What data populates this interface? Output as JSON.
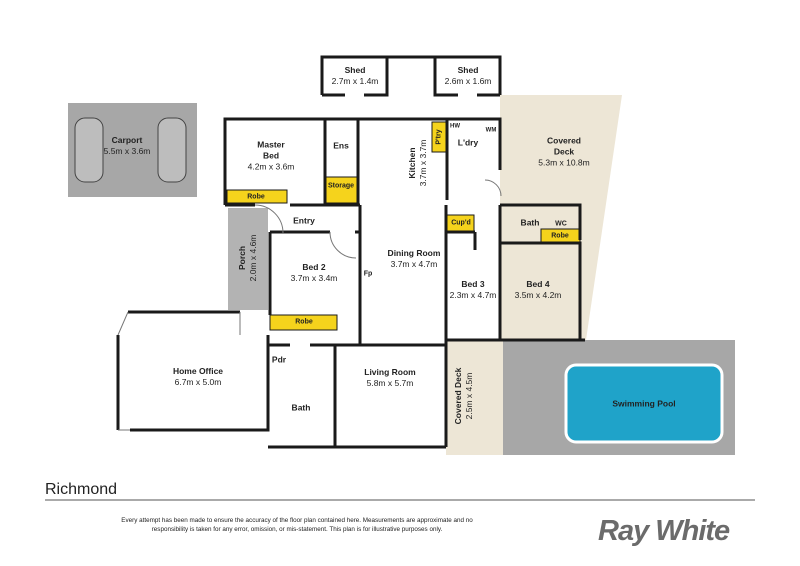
{
  "plan": {
    "rooms": {
      "carport": {
        "name": "Carport",
        "size": "5.5m x 3.6m"
      },
      "shed1": {
        "name": "Shed",
        "size": "2.7m x 1.4m"
      },
      "shed2": {
        "name": "Shed",
        "size": "2.6m x 1.6m"
      },
      "master": {
        "name1": "Master",
        "name2": "Bed",
        "size": "4.2m x 3.6m"
      },
      "ens": {
        "name": "Ens"
      },
      "storage": {
        "name": "Storage"
      },
      "robe_master": {
        "name": "Robe"
      },
      "kitchen": {
        "name": "Kitchen",
        "size": "3.7m x 3.7m"
      },
      "pantry": {
        "name": "P'try"
      },
      "hw": {
        "name": "HW"
      },
      "wm": {
        "name": "WM"
      },
      "laundry": {
        "name": "L'dry"
      },
      "covered_deck": {
        "name1": "Covered",
        "name2": "Deck",
        "size": "5.3m x 10.8m"
      },
      "entry": {
        "name": "Entry"
      },
      "porch": {
        "name": "Porch",
        "size": "2.0m x 4.6m"
      },
      "bed2": {
        "name": "Bed 2",
        "size": "3.7m x 3.4m"
      },
      "robe_bed2": {
        "name": "Robe"
      },
      "dining": {
        "name": "Dining Room",
        "size": "3.7m x 4.7m"
      },
      "fp": {
        "name": "Fp"
      },
      "cupd": {
        "name": "Cup'd"
      },
      "bath_east": {
        "name": "Bath"
      },
      "wc": {
        "name": "WC"
      },
      "robe_bed4": {
        "name": "Robe"
      },
      "bed3": {
        "name": "Bed 3",
        "size": "2.3m x 4.7m"
      },
      "bed4": {
        "name": "Bed 4",
        "size": "3.5m x 4.2m"
      },
      "home_office": {
        "name": "Home Office",
        "size": "6.7m x 5.0m"
      },
      "pdr": {
        "name": "Pdr"
      },
      "bath_west": {
        "name": "Bath"
      },
      "living": {
        "name": "Living Room",
        "size": "5.8m x 5.7m"
      },
      "covered_deck_small": {
        "name": "Covered Deck",
        "size": "2.5m x 4.5m"
      },
      "pool": {
        "name": "Swimming Pool"
      }
    },
    "colors": {
      "wall": "#1a1a1a",
      "robe": "#f5d31c",
      "deck": "#ede6d6",
      "paving": "#a7a7a7",
      "pool": "#1fa3c9"
    }
  },
  "footer": {
    "location": "Richmond",
    "disclaimer": "Every attempt has been made to ensure the accuracy of the floor plan contained here. Measurements are approximate and no responsibility is taken for any error, omission, or mis-statement. This plan is for illustrative purposes only.",
    "brand": "Ray White"
  }
}
